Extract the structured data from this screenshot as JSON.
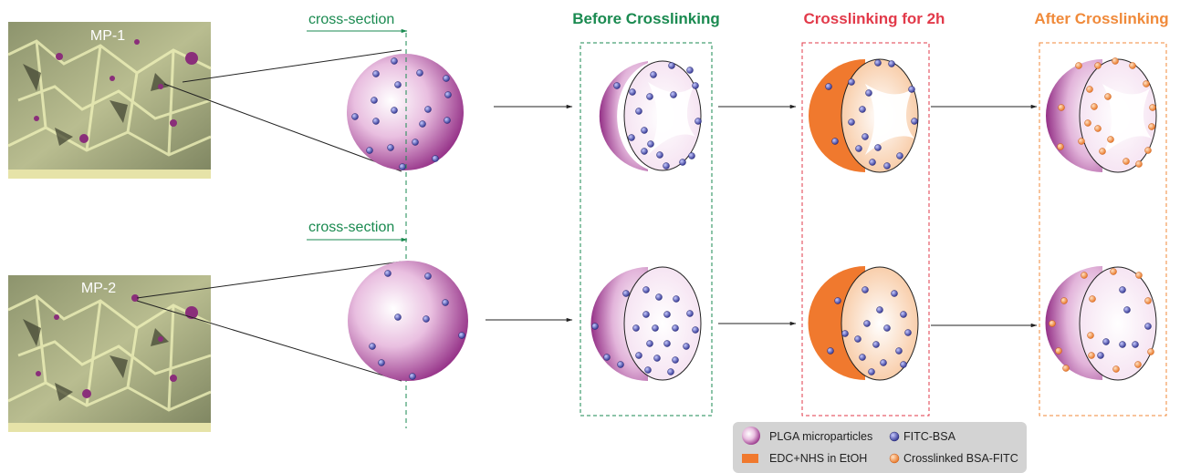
{
  "micrographs": [
    {
      "label": "MP-1"
    },
    {
      "label": "MP-2"
    }
  ],
  "cross_section_label": "cross-section",
  "stages": [
    {
      "title": "Before Crosslinking",
      "color": "#1a8a50"
    },
    {
      "title": "Crosslinking for 2h",
      "color": "#e23a4a"
    },
    {
      "title": "After Crosslinking",
      "color": "#f08a3a"
    }
  ],
  "legend": {
    "plga": "PLGA microparticles",
    "fitc": "FITC-BSA",
    "edc": "EDC+NHS in EtOH",
    "crosslinked": "Crosslinked BSA-FITC"
  },
  "colors": {
    "plga": "#9a2a8a",
    "fitc_bsa": "#3b3fa0",
    "edc_nhs": "#f0792e",
    "crosslinked": "#f4a060",
    "guide": "#1a8a50"
  }
}
